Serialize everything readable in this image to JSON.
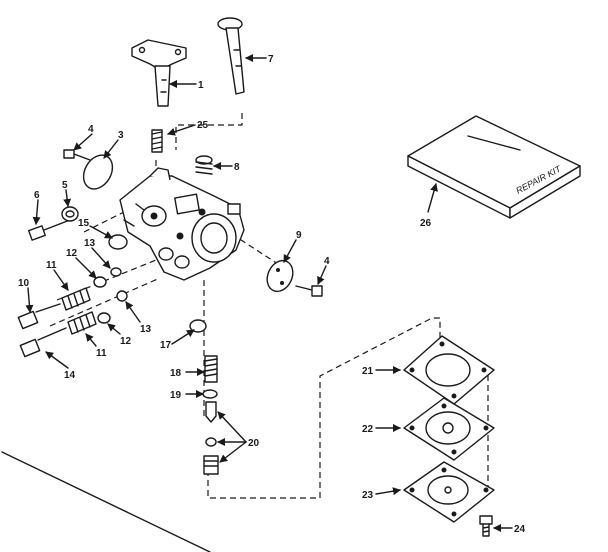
{
  "diagram": {
    "kit_text": "REPAIR KIT",
    "callouts": [
      "1",
      "25",
      "7",
      "8",
      "4",
      "3",
      "6",
      "5",
      "15",
      "13",
      "12",
      "11",
      "10",
      "14",
      "9",
      "4",
      "13",
      "12",
      "11",
      "17",
      "18",
      "19",
      "20",
      "26",
      "21",
      "22",
      "23",
      "24"
    ]
  }
}
